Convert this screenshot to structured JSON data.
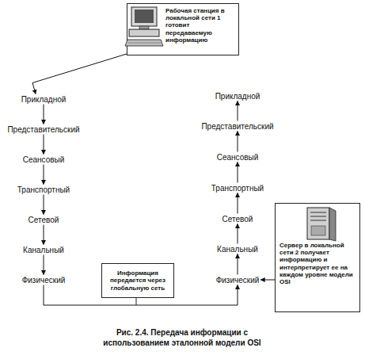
{
  "diagram": {
    "caption": "Рис. 2.4. Передача информации с использованием эталонной модели OSI",
    "nodes": [
      {
        "text": [
          "Рабочая станция в локальной сети 1 готовит передаваемую информацию"
        ]
      },
      {
        "text": [
          "Прикладной"
        ]
      },
      {
        "text": [
          "Представительский"
        ]
      },
      {
        "text": [
          "Сеансовый"
        ]
      },
      {
        "text": [
          "Транспортный"
        ]
      },
      {
        "text": [
          "Сетевой"
        ]
      },
      {
        "text": [
          "Канальный"
        ]
      },
      {
        "text": [
          "Физический"
        ]
      },
      {
        "text": [
          "Прикладной"
        ]
      },
      {
        "text": [
          "Представительский"
        ]
      },
      {
        "text": [
          "Сеансовый"
        ]
      },
      {
        "text": [
          "Транспортный"
        ]
      },
      {
        "text": [
          "Сетевой"
        ]
      },
      {
        "text": [
          "Канальный"
        ]
      },
      {
        "text": [
          "Физический"
        ]
      },
      {
        "text": [
          "Информация передается через глобальную сеть"
        ]
      },
      {
        "text": [
          "Сервер в локальной сети 2 получает информацию и интерпретирует ее на каждом уровне модели OSI"
        ]
      }
    ],
    "edges": [
      {
        "from": 0,
        "to": 1,
        "arrow": "to"
      },
      {
        "from": 1,
        "to": 2,
        "arrow": "to"
      },
      {
        "from": 2,
        "to": 3,
        "arrow": "to"
      },
      {
        "from": 3,
        "to": 4,
        "arrow": "to"
      },
      {
        "from": 4,
        "to": 5,
        "arrow": "to"
      },
      {
        "from": 5,
        "to": 6,
        "arrow": "to"
      },
      {
        "from": 6,
        "to": 7,
        "arrow": "to"
      },
      {
        "from": 7,
        "to": 14,
        "arrow": "to"
      },
      {
        "from": 14,
        "to": 13,
        "arrow": "to"
      },
      {
        "from": 13,
        "to": 12,
        "arrow": "to"
      },
      {
        "from": 12,
        "to": 11,
        "arrow": "to"
      },
      {
        "from": 11,
        "to": 10,
        "arrow": "to"
      },
      {
        "from": 10,
        "to": 9,
        "arrow": "to"
      },
      {
        "from": 9,
        "to": 8,
        "arrow": "to"
      },
      {
        "from": 16,
        "to": 14,
        "arrow": "to"
      }
    ]
  }
}
